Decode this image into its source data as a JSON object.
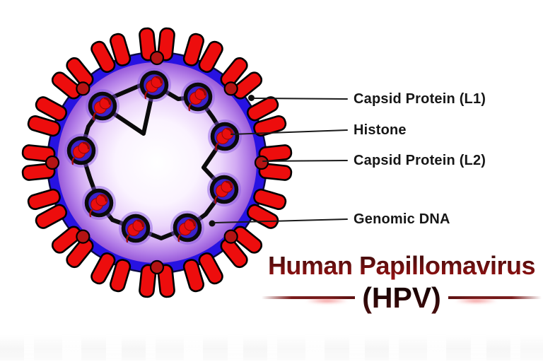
{
  "title": {
    "line1": "Human Papillomavirus",
    "line2": "(HPV)"
  },
  "labels": {
    "capsid_l1": "Capsid Protein (L1)",
    "histone": "Histone",
    "capsid_l2": "Capsid Protein (L2)",
    "genomic_dna": "Genomic DNA"
  },
  "colors": {
    "spike_red": "#ed0d0d",
    "spike_outline": "#000000",
    "membrane_blue": "#2712e2",
    "membrane_outline": "#0b0b45",
    "body_center_white": "#ffffff",
    "body_edge_purple": "#9859da",
    "l2_dot_red": "#b31313",
    "nucleosome_core_blue": "#3c22c9",
    "nucleosome_halo_purple": "#8657e2",
    "histone_red": "#e90e0e",
    "dna_black": "#0b0b0b",
    "pointer_line": "#1a1a1a",
    "label_text": "#161616",
    "title_dark": "#4a0d0d",
    "title_red": "#9e1212",
    "hpv_text_dark": "#1a0404",
    "deco_line": "#7c1d1d"
  }
}
